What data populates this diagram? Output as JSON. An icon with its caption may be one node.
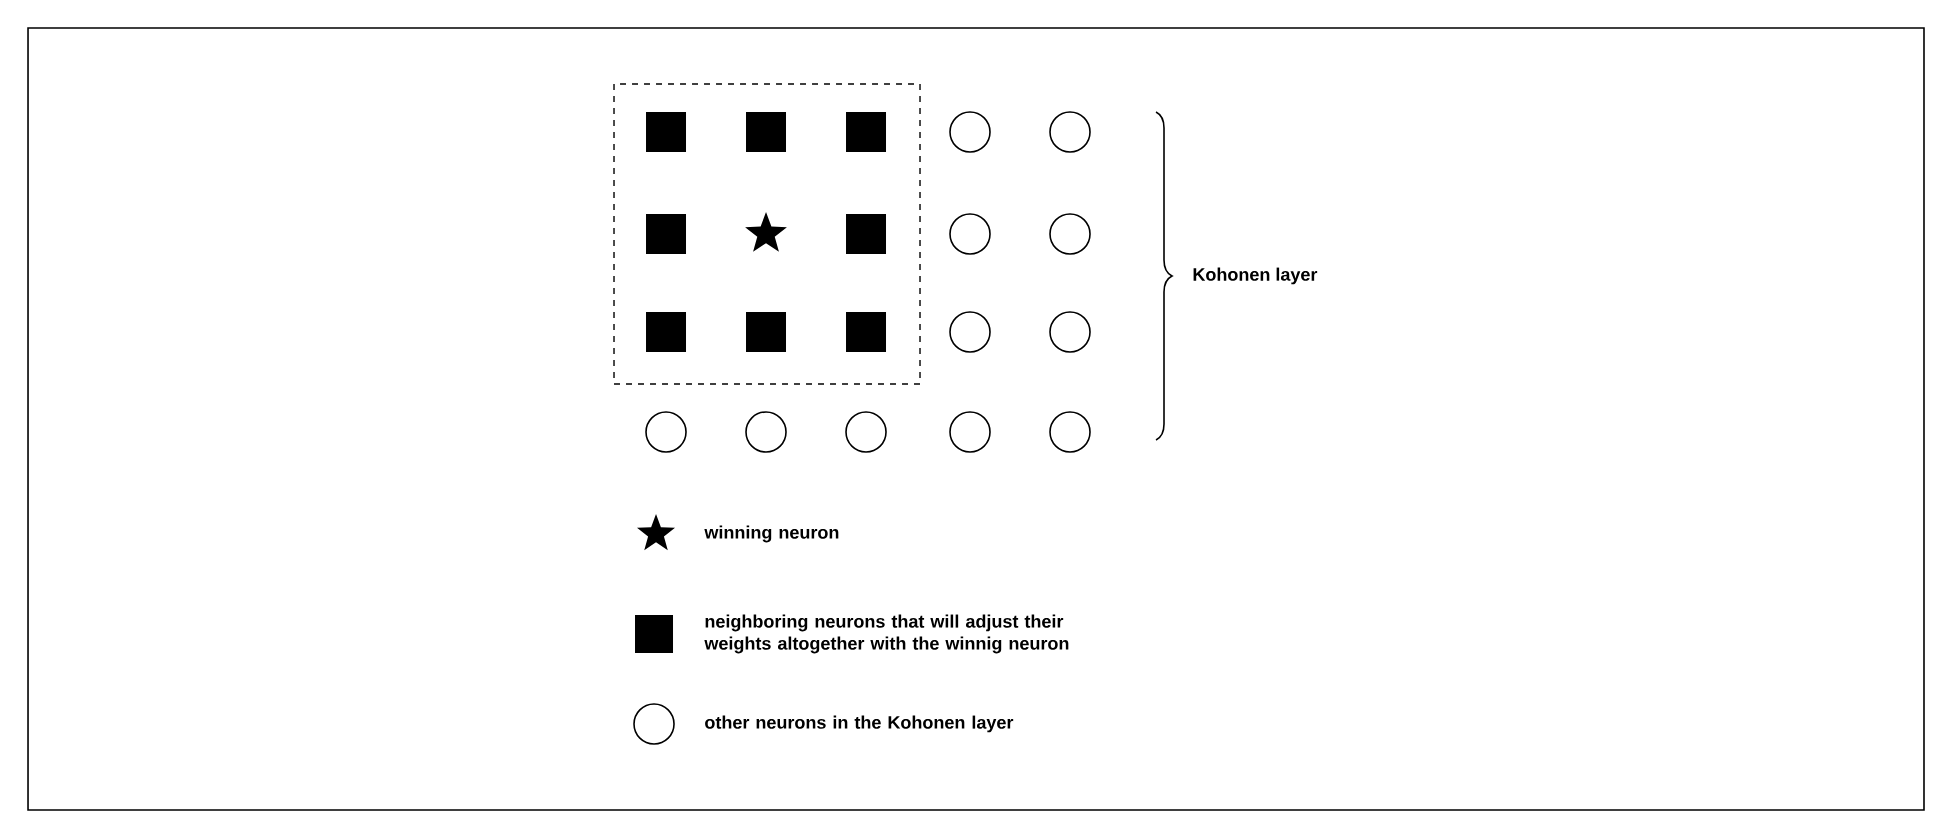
{
  "diagram": {
    "labels": [
      "Kohonen layer"
    ],
    "legend": [
      {
        "text": "winning neuron"
      },
      {
        "text": "neighboring neurons that will adjust their weights altogether with the winnig neuron"
      },
      {
        "text": "other neurons in the Kohonen layer"
      }
    ]
  }
}
